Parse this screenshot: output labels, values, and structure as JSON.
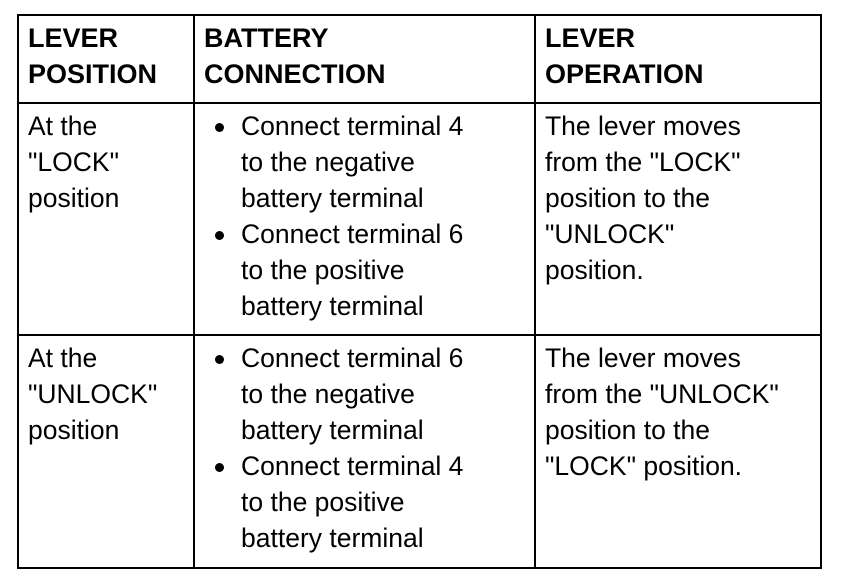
{
  "table": {
    "headers": [
      [
        "LEVER",
        "POSITION"
      ],
      [
        "BATTERY",
        "CONNECTION"
      ],
      [
        "LEVER",
        "OPERATION"
      ]
    ],
    "rows": [
      {
        "position": [
          "At the",
          "\"LOCK\"",
          "position"
        ],
        "connections": [
          [
            "Connect terminal 4",
            "to the negative",
            "battery terminal"
          ],
          [
            "Connect terminal 6",
            "to the positive",
            "battery terminal"
          ]
        ],
        "operation": [
          "The lever moves",
          "from the \"LOCK\"",
          "position to the",
          "\"UNLOCK\"",
          "position."
        ]
      },
      {
        "position": [
          "At the",
          "\"UNLOCK\"",
          "position"
        ],
        "connections": [
          [
            "Connect terminal 6",
            "to the negative",
            "battery terminal"
          ],
          [
            "Connect terminal 4",
            "to the positive",
            "battery terminal"
          ]
        ],
        "operation": [
          "The lever moves",
          "from the \"UNLOCK\"",
          "position to the",
          "\"LOCK\" position."
        ]
      }
    ]
  }
}
